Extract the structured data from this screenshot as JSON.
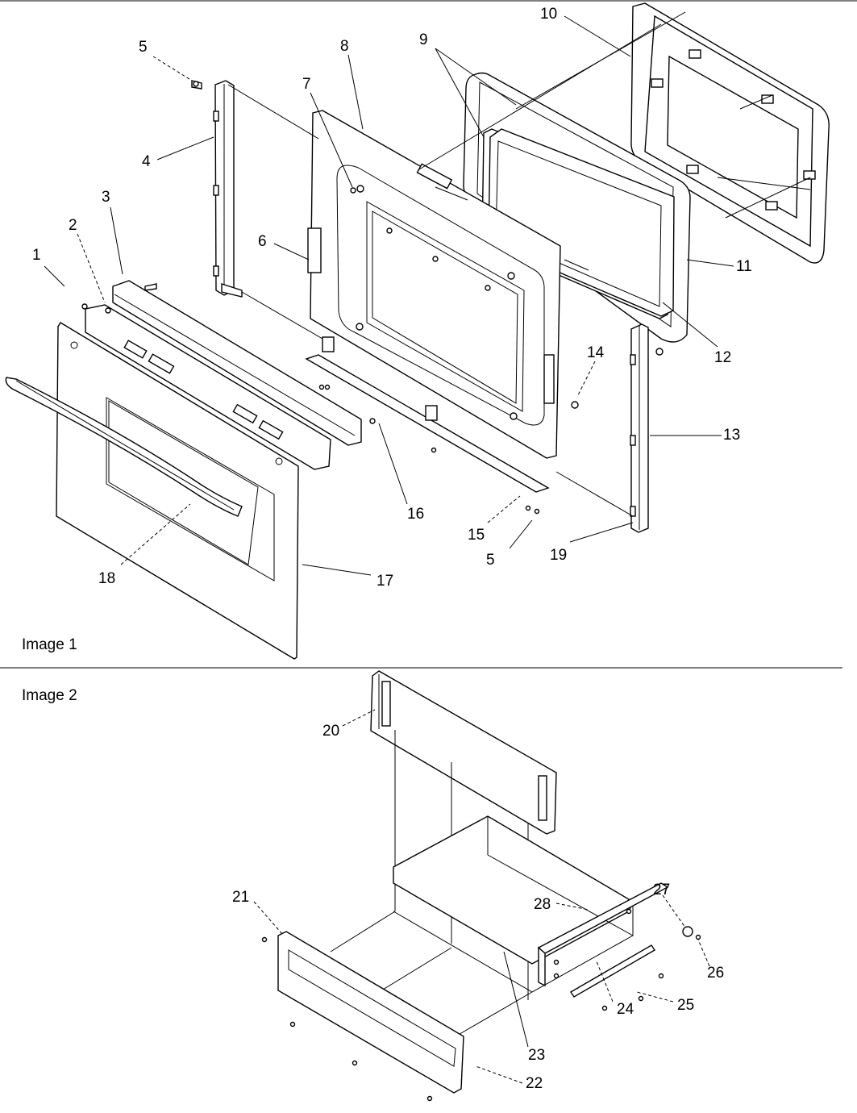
{
  "captions": {
    "image1": "Image 1",
    "image2": "Image 2"
  },
  "callouts": {
    "c1": "1",
    "c2": "2",
    "c3": "3",
    "c4": "4",
    "c5a": "5",
    "c5b": "5",
    "c6": "6",
    "c7": "7",
    "c8": "8",
    "c9": "9",
    "c10": "10",
    "c11": "11",
    "c12": "12",
    "c13": "13",
    "c14": "14",
    "c15": "15",
    "c16": "16",
    "c17": "17",
    "c18": "18",
    "c19": "19",
    "c20": "20",
    "c21": "21",
    "c22": "22",
    "c23": "23",
    "c24": "24",
    "c25": "25",
    "c26": "26",
    "c27": "27",
    "c28": "28"
  }
}
